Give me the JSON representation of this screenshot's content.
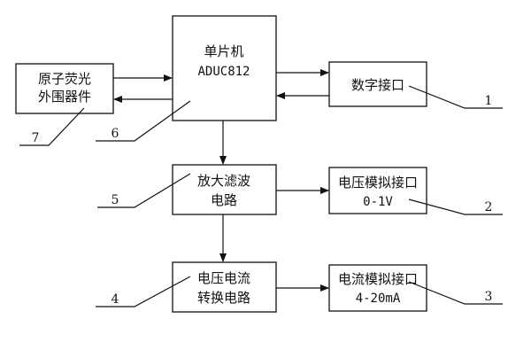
{
  "blocks": {
    "peripheral": {
      "line1": "原子荧光",
      "line2": "外围器件"
    },
    "mcu": {
      "line1": "单片机",
      "line2": "ADUC812"
    },
    "digital": {
      "line1": "数字接口"
    },
    "filter": {
      "line1": "放大滤波",
      "line2": "电路"
    },
    "voltage_analog": {
      "line1": "电压模拟接口",
      "line2": "0-1V"
    },
    "converter": {
      "line1": "电压电流",
      "line2": "转换电路"
    },
    "current_analog": {
      "line1": "电流模拟接口",
      "line2": "4-20mA"
    }
  },
  "labels": {
    "l1": "1",
    "l2": "2",
    "l3": "3",
    "l4": "4",
    "l5": "5",
    "l6": "6",
    "l7": "7"
  }
}
